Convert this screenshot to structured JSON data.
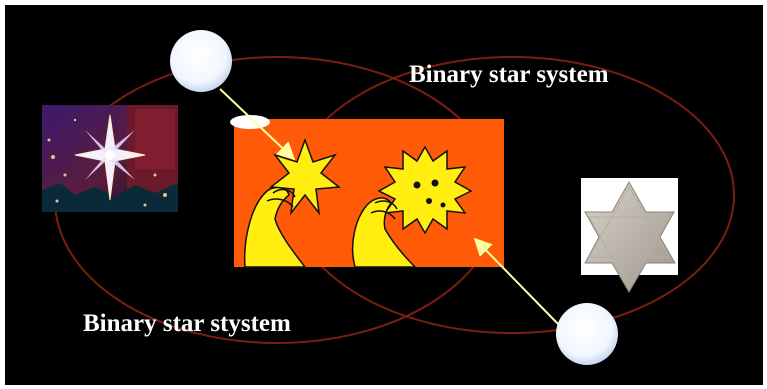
{
  "labels": {
    "top_right": "Binary star system",
    "bottom_left": "Binary star stystem"
  },
  "colors": {
    "background": "#000000",
    "orbit": "#7a1f10",
    "star": "#f4f8ff",
    "arrow": "#ffffa0",
    "cartoon_bg": "#ff5a08",
    "sun": "#ffee10",
    "caption": "#ffffff"
  },
  "icons": [
    "eight-point-star-photo",
    "cartoon-suns",
    "six-point-star-photo"
  ]
}
